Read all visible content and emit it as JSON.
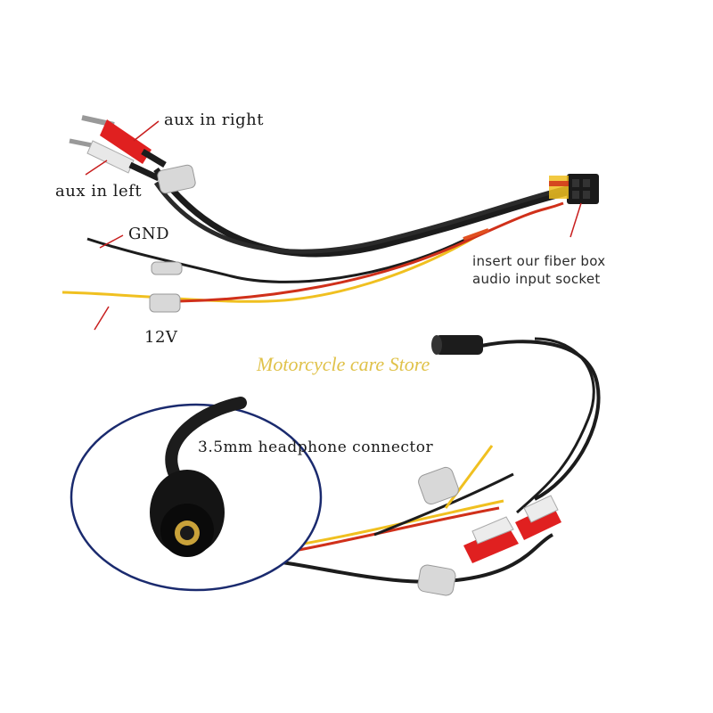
{
  "labels": {
    "aux_right": "aux in right",
    "aux_left": "aux in left",
    "gnd": "GND",
    "v12": "12V",
    "socket_line1": "insert our fiber box",
    "socket_line2": "audio input socket",
    "headphone": "3.5mm headphone connector"
  },
  "watermark": "Motorcycle care Store",
  "colors": {
    "red_plug": "#e02020",
    "wire_black": "#1c1c1c",
    "wire_red": "#d0301a",
    "wire_yellow": "#f0c020",
    "leader_red": "#c81e1e",
    "watermark": "#e0c24a",
    "circle_outline": "#1a2a6e"
  },
  "icons": [
    "rca-plug-red",
    "rca-plug-white",
    "molex-connector",
    "wire-clip",
    "headphone-jack"
  ]
}
